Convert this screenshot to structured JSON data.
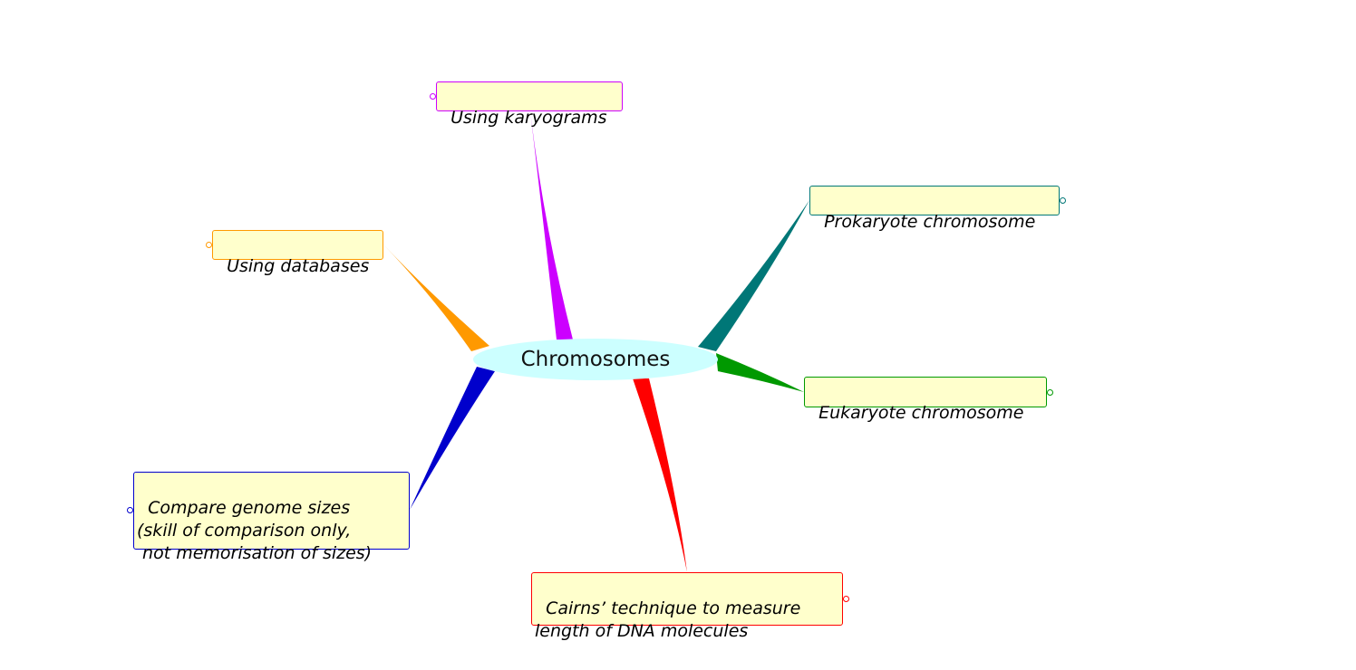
{
  "root": {
    "label": "Chromosomes",
    "fill": "#ccffff"
  },
  "nodes": [
    {
      "id": "karyograms",
      "label": "Using karyograms",
      "color": "#cc00ff",
      "side": "left"
    },
    {
      "id": "databases",
      "label": "Using databases",
      "color": "#ff9900",
      "side": "left"
    },
    {
      "id": "genome",
      "label": "Compare genome sizes\n(skill of comparison only,\n not memorisation of sizes)",
      "color": "#0000cc",
      "side": "left"
    },
    {
      "id": "cairns",
      "label": "Cairns’ technique to measure\nlength of DNA molecules",
      "color": "#ff0000",
      "side": "right"
    },
    {
      "id": "eukaryote",
      "label": "Eukaryote chromosome",
      "color": "#009900",
      "side": "right"
    },
    {
      "id": "prokaryote",
      "label": "Prokaryote chromosome",
      "color": "#007777",
      "side": "right"
    }
  ]
}
